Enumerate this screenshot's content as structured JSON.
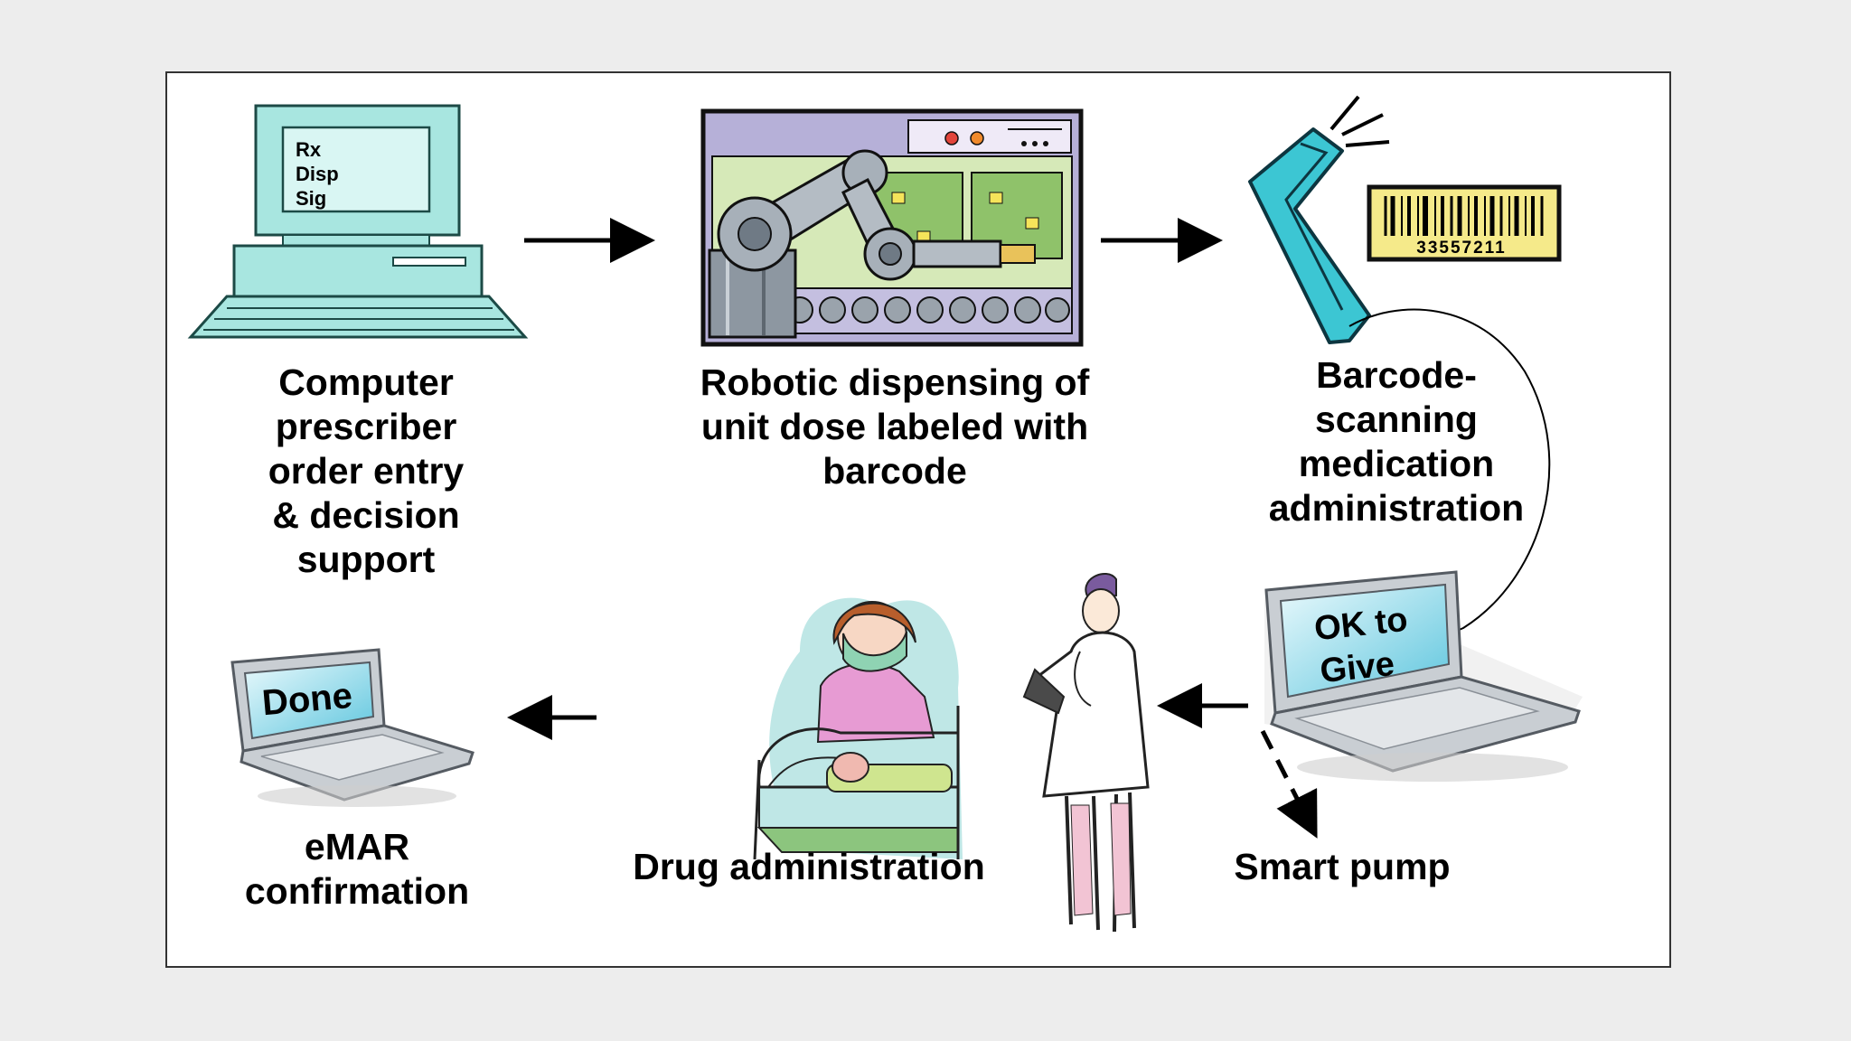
{
  "steps": {
    "cpoe": {
      "screen_lines": [
        "Rx",
        "Disp",
        "Sig"
      ],
      "caption": "Computer\nprescriber\norder entry\n& decision\nsupport"
    },
    "robotic": {
      "caption": "Robotic dispensing of\nunit dose labeled with\nbarcode"
    },
    "barcode": {
      "barcode_number": "33557211",
      "caption": "Barcode-\nscanning\nmedication\nadministration"
    },
    "smart_pump": {
      "screen_lines": [
        "OK to",
        "Give"
      ],
      "caption": "Smart pump"
    },
    "drug_admin": {
      "caption": "Drug administration"
    },
    "emar": {
      "screen_text": "Done",
      "caption": "eMAR\nconfirmation"
    }
  },
  "colors": {
    "computer_teal": "#a8e6e0",
    "scanner_cyan": "#3cc6d3",
    "barcode_yellow": "#f5ea8a",
    "laptop_gray": "#c9ced3",
    "laptop_screen": "#7fd3e6",
    "nurse_cap": "#7a5b9e",
    "mother_pink": "#e79bd3",
    "robot_panel": "#9ec48a"
  },
  "icons": [
    "desktop-computer-icon",
    "robot-arm-icon",
    "barcode-scanner-icon",
    "laptop-icon",
    "nurse-icon",
    "mother-baby-icon"
  ]
}
